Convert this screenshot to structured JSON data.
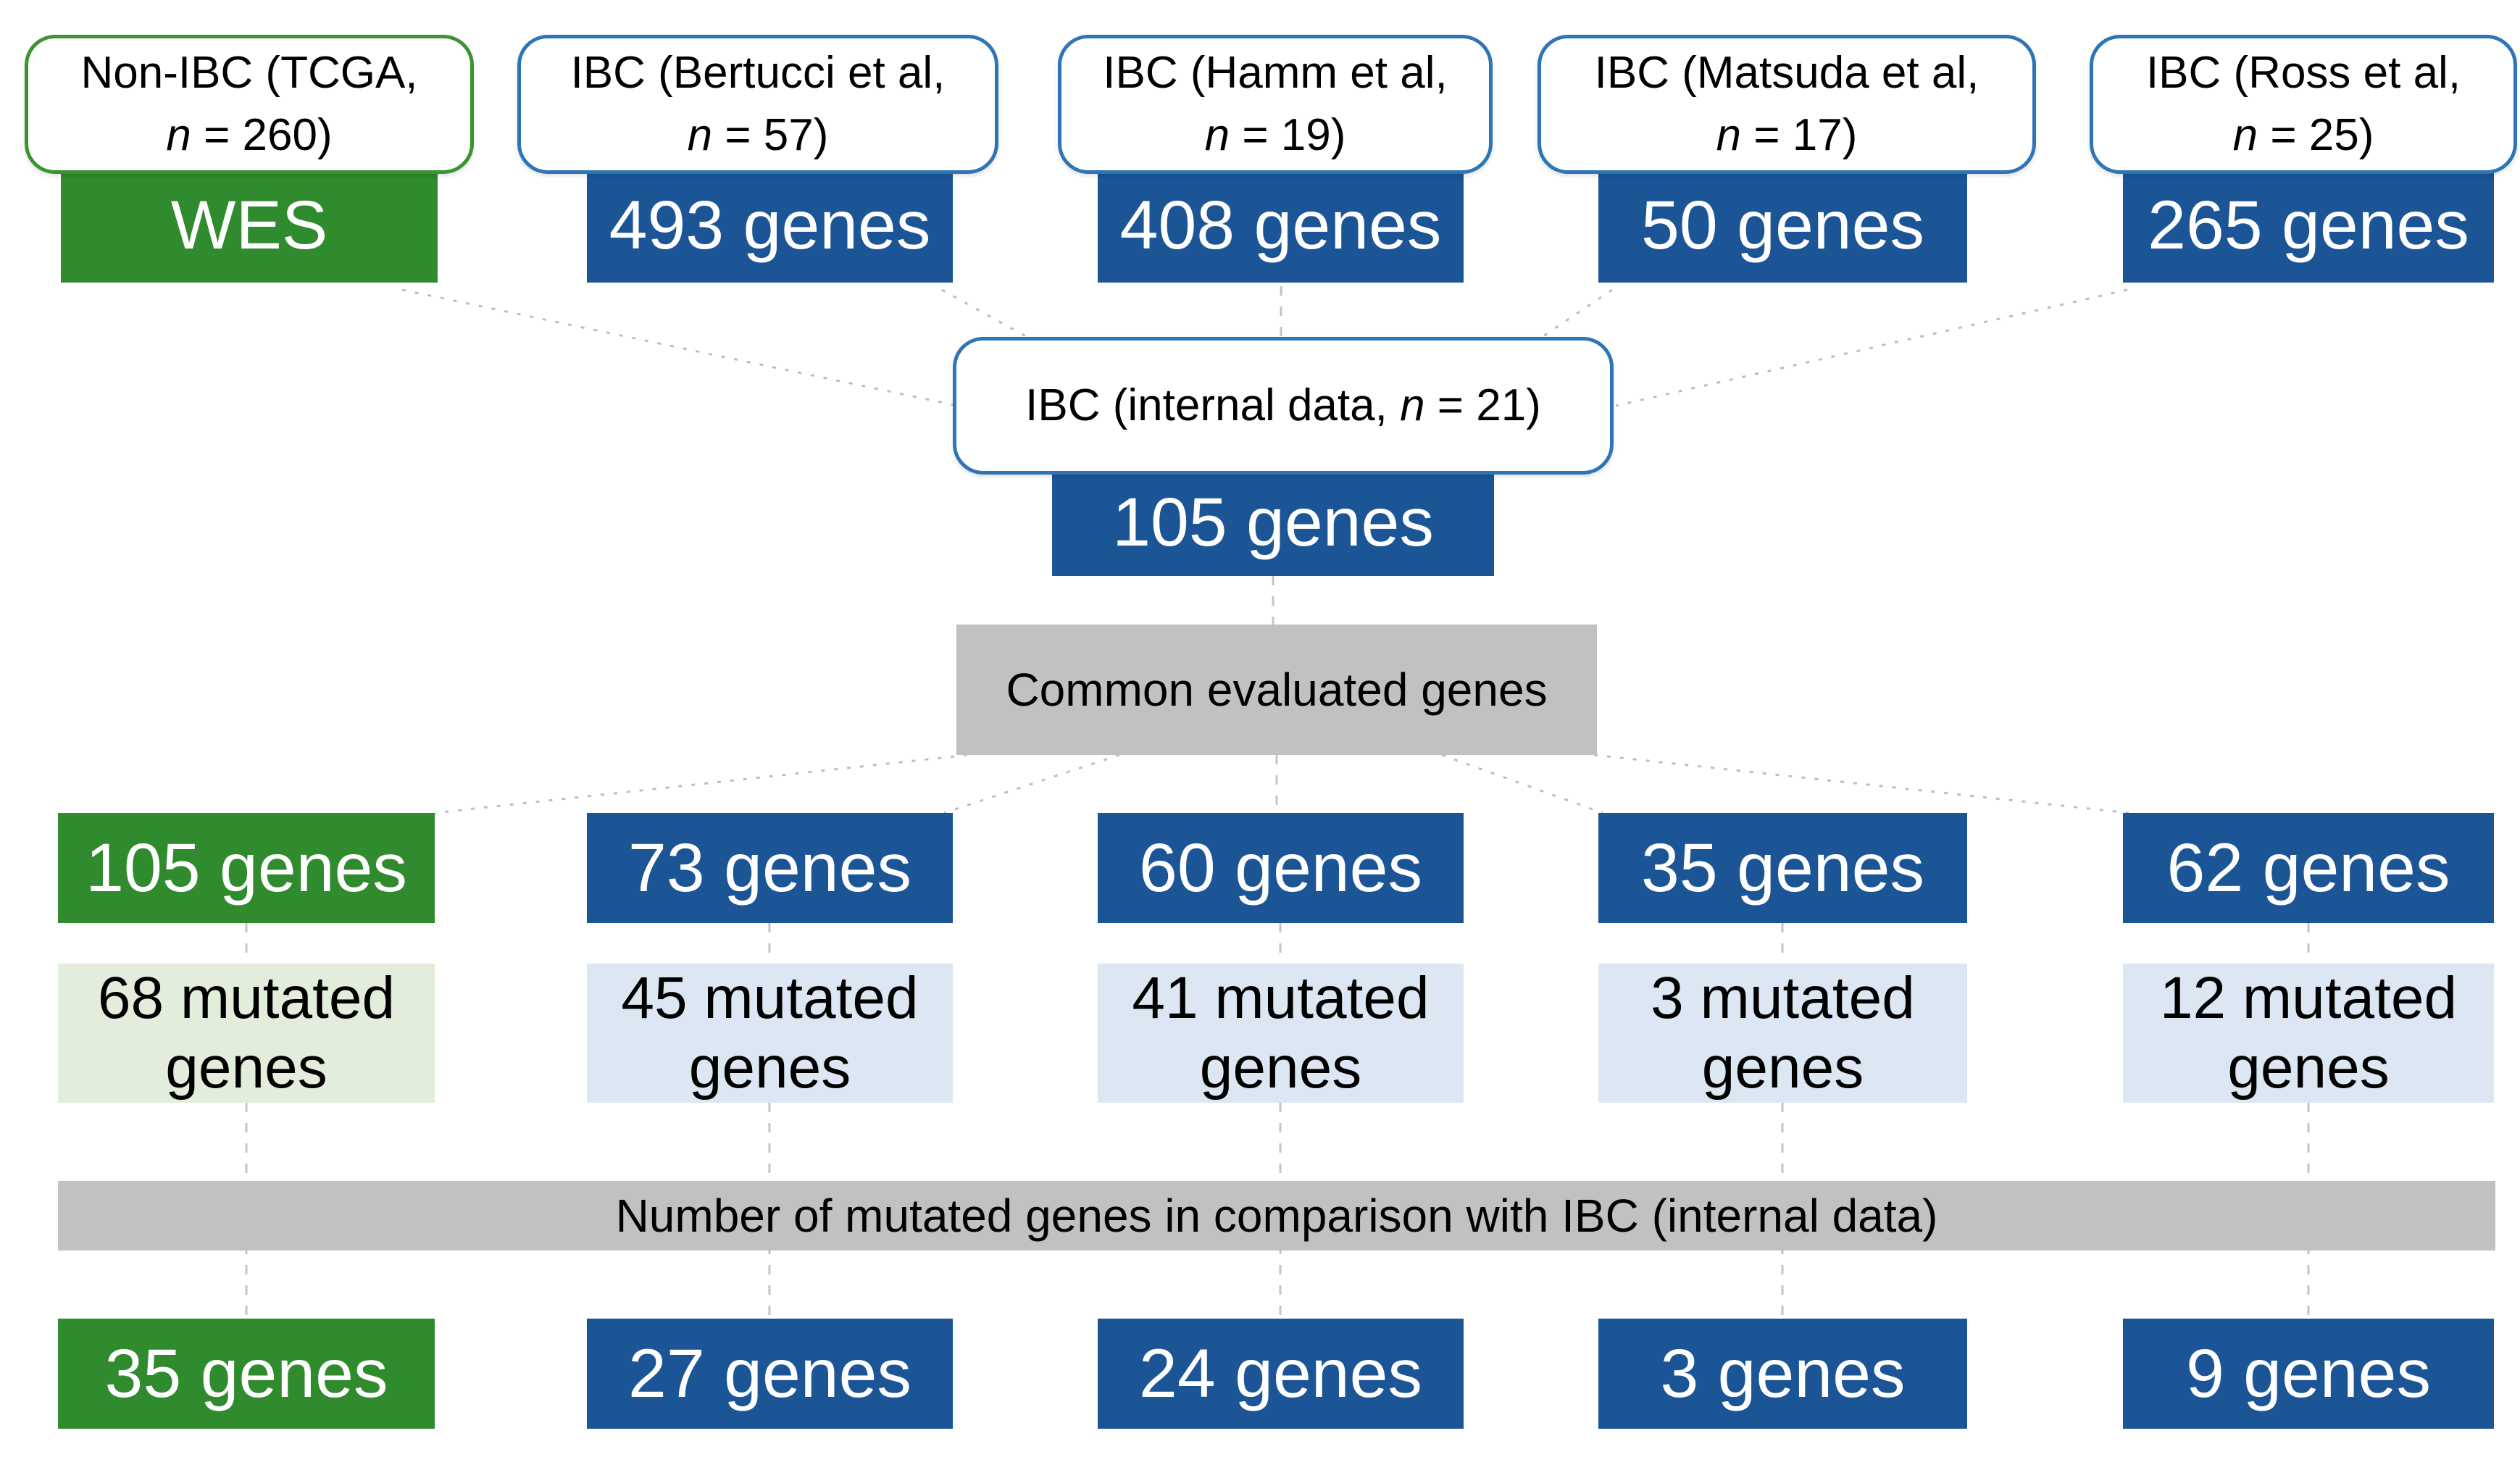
{
  "colors": {
    "solid_green": "#2f8b2d",
    "solid_blue": "#1b5596",
    "light_green": "#e2eedb",
    "light_blue": "#dde7f4",
    "band_gray": "#c1c1c1",
    "border_blue": "#2e75b6",
    "border_green": "#3a9430",
    "connector_gray": "#bdbdbd",
    "text_on_solid": "#ffffff"
  },
  "sources": [
    {
      "name_line": "Non-IBC (TCGA,",
      "n_symbol": "n",
      "n_rest": " = 260)",
      "panel": "WES",
      "evaluated": "105 genes",
      "mutated": "68 mutated genes",
      "comparison": "35 genes"
    },
    {
      "name_line": "IBC (Bertucci et al,",
      "n_symbol": "n",
      "n_rest": " = 57)",
      "panel": "493 genes",
      "evaluated": "73 genes",
      "mutated": "45 mutated genes",
      "comparison": "27 genes"
    },
    {
      "name_line": "IBC (Hamm et al,",
      "n_symbol": "n",
      "n_rest": " = 19)",
      "panel": "408 genes",
      "evaluated": "60 genes",
      "mutated": "41 mutated genes",
      "comparison": "24 genes"
    },
    {
      "name_line": "IBC (Matsuda et al,",
      "n_symbol": "n",
      "n_rest": " = 17)",
      "panel": "50 genes",
      "evaluated": "35 genes",
      "mutated": "3 mutated genes",
      "comparison": "3 genes"
    },
    {
      "name_line": "IBC (Ross et al,",
      "n_symbol": "n",
      "n_rest": " = 25)",
      "panel": "265 genes",
      "evaluated": "62 genes",
      "mutated": "12 mutated genes",
      "comparison": "9 genes"
    }
  ],
  "internal": {
    "label_prefix": "IBC (internal data, ",
    "n_symbol": "n",
    "label_suffix": " = 21)",
    "panel": "105 genes"
  },
  "bands": {
    "common": "Common evaluated genes",
    "comparison": "Number of mutated genes in comparison with IBC (internal data)"
  }
}
